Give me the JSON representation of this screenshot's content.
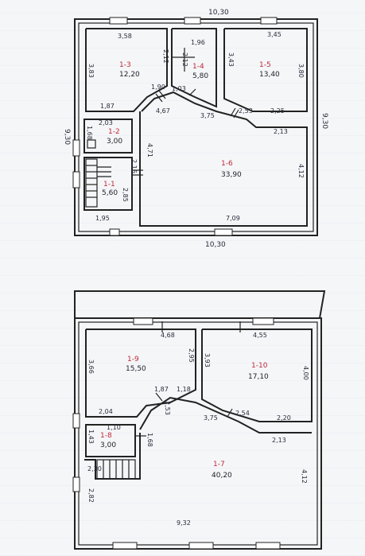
{
  "plan1": {
    "outer_top": "10,30",
    "outer_bottom": "10,30",
    "outer_left": "9,30",
    "outer_right": "9,30",
    "rooms": [
      {
        "id": "1-3",
        "area": "12,20",
        "width": "3,58",
        "height": "3,83"
      },
      {
        "id": "1-4",
        "area": "5,80",
        "width": "1,96"
      },
      {
        "id": "1-5",
        "area": "13,40",
        "width": "3,45",
        "height": "3,80"
      },
      {
        "id": "1-2",
        "area": "3,00",
        "width": "2,03"
      },
      {
        "id": "1-1",
        "area": "5,60",
        "width": "1,95",
        "height": "2,85"
      },
      {
        "id": "1-6",
        "area": "33,90",
        "width": "7,09",
        "height": "4,12"
      }
    ],
    "dims": [
      "2,12",
      "2,12",
      "3,43",
      "1,87",
      "1,90",
      "4,67",
      "3,75",
      "2,53",
      "2,25",
      "2,13",
      "4,71",
      "1,68",
      "1,03",
      "2,16"
    ]
  },
  "plan2": {
    "rooms": [
      {
        "id": "1-9",
        "area": "15,50",
        "width": "4,68",
        "height": "3,66"
      },
      {
        "id": "1-10",
        "area": "17,10",
        "width": "4,55",
        "height": "3,93"
      },
      {
        "id": "1-8",
        "area": "3,00",
        "width": "1,10"
      },
      {
        "id": "1-7",
        "area": "40,20",
        "width": "9,32",
        "height": "4,12"
      }
    ],
    "dims": [
      "2,95",
      "4,00",
      "2,04",
      "1,18",
      "1,87",
      "2,53",
      "3,75",
      "2,54",
      "2,20",
      "2,13",
      "1,68",
      "1,43",
      "2,30",
      "2,82"
    ]
  }
}
